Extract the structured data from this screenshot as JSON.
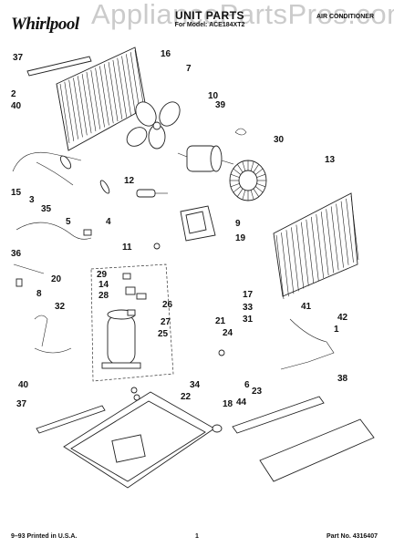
{
  "header": {
    "brand": "Whirlpool",
    "title": "UNIT PARTS",
    "subtitle": "For Model: ACE184XT2",
    "category": "AIR CONDITIONER",
    "watermark": "AppliancePartsPros.com"
  },
  "callouts": [
    "37",
    "16",
    "2",
    "40",
    "7",
    "10",
    "39",
    "30",
    "13",
    "15",
    "3",
    "35",
    "5",
    "4",
    "12",
    "9",
    "36",
    "11",
    "19",
    "20",
    "8",
    "29",
    "14",
    "28",
    "26",
    "27",
    "25",
    "21",
    "24",
    "17",
    "33",
    "31",
    "42",
    "41",
    "1",
    "32",
    "40",
    "6",
    "34",
    "22",
    "18",
    "37",
    "44",
    "23",
    "38"
  ],
  "footer": {
    "print": "9–93 Printed in U.S.A.",
    "page": "1",
    "part_no": "Part No. 4316407"
  }
}
